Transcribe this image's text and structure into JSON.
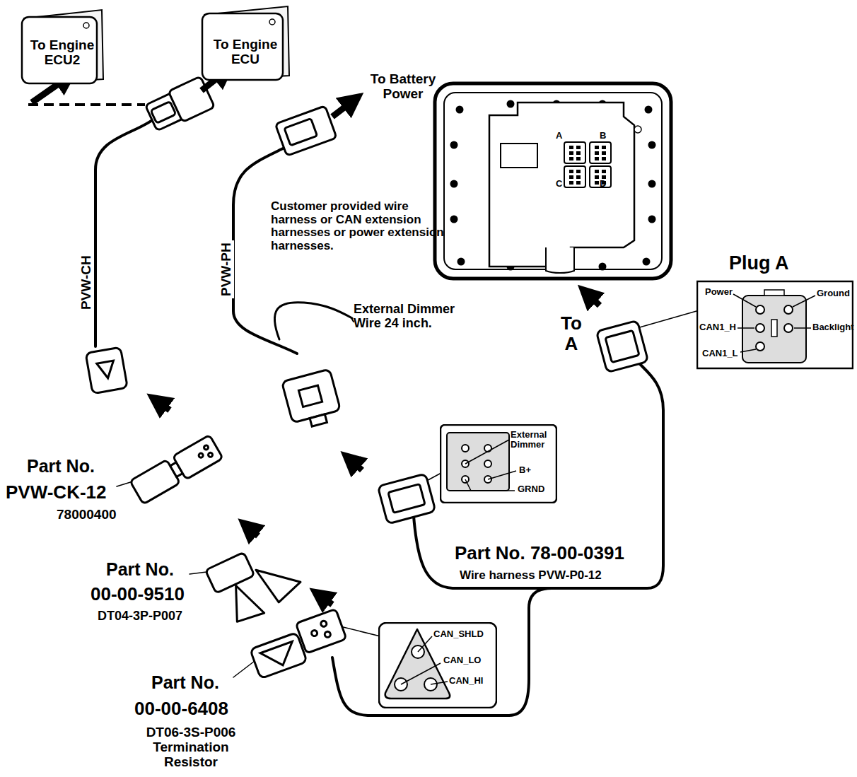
{
  "diagram": {
    "nodes": [
      {
        "text": [
          "To Engine ECU2"
        ]
      },
      {
        "text": [
          "To Engine ECU"
        ]
      },
      {
        "text": [
          "A",
          "B",
          "C",
          "D"
        ]
      },
      {
        "text": [
          "Plug A",
          "Power",
          "Ground",
          "CAN1_H",
          "Backlight",
          "CAN1_L"
        ]
      },
      {
        "text": [
          "External Dimmer",
          "B+",
          "GRND"
        ]
      },
      {
        "text": [
          "CAN_SHLD",
          "CAN_LO",
          "CAN_HI"
        ]
      }
    ],
    "labels": [
      "To Battery Power",
      "Customer provided wire harness or CAN extension harnesses or power extension harnesses.",
      "PVW-CH",
      "PVW-PH",
      "External Dimmer Wire 24 inch.",
      "To A",
      "Part No. 78-00-0391",
      "Wire harness PVW-P0-12",
      "Part No.",
      "PVW-CK-12",
      "78000400",
      "Part No.",
      "00-00-9510",
      "DT04-3P-P007",
      "Part No.",
      "00-00-6408",
      "DT06-3S-P006 Termination Resistor"
    ]
  }
}
